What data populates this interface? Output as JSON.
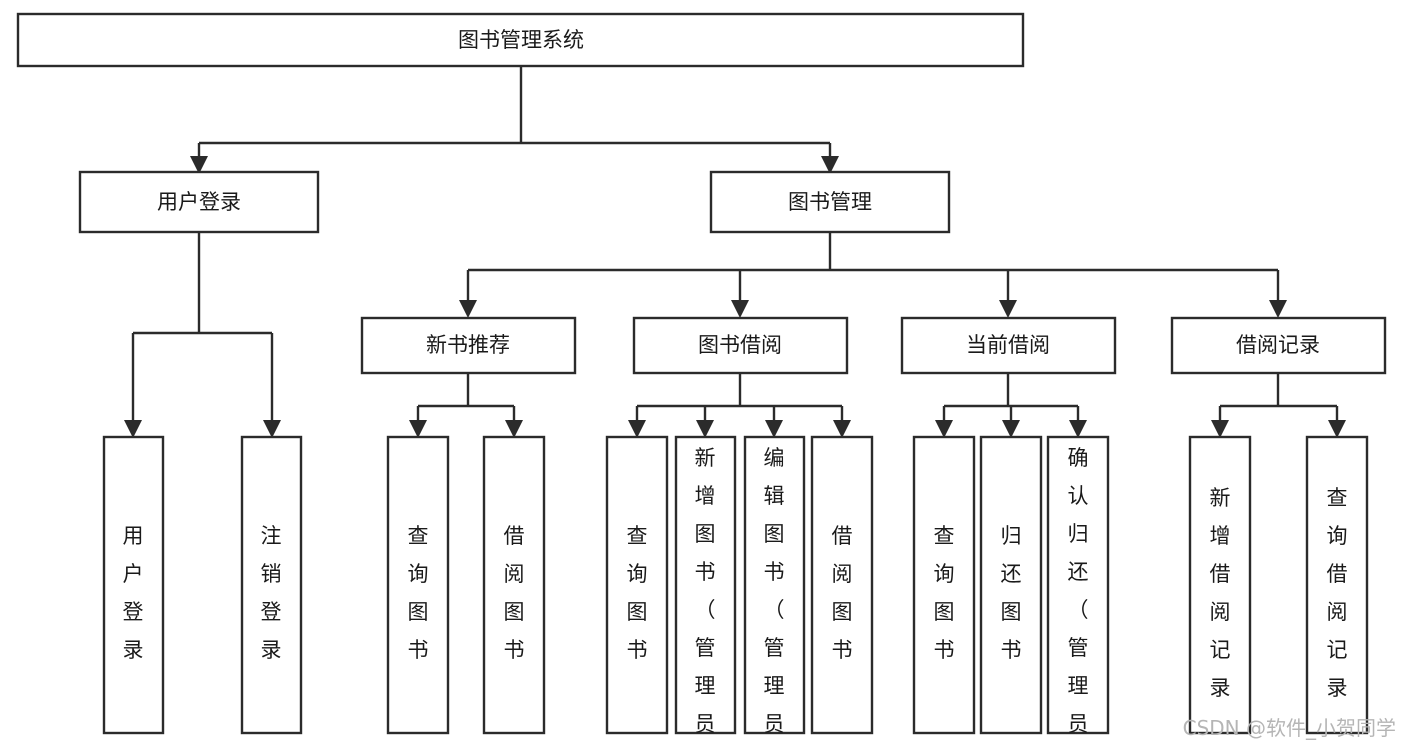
{
  "diagram": {
    "type": "tree",
    "orientation": "top-down",
    "title": "图书管理系统",
    "colors": {
      "stroke": "#2b2b2b",
      "fill": "#ffffff",
      "text": "#1a1a1a",
      "background": "#ffffff",
      "watermark": "#b5b5b5"
    },
    "levels": [
      {
        "level": 1,
        "nodes": [
          {
            "id": "root",
            "label": "图书管理系统",
            "orientation": "horizontal"
          }
        ]
      },
      {
        "level": 2,
        "nodes": [
          {
            "id": "login",
            "label": "用户登录",
            "orientation": "horizontal",
            "parent": "root"
          },
          {
            "id": "bookmgmt",
            "label": "图书管理",
            "orientation": "horizontal",
            "parent": "root"
          }
        ]
      },
      {
        "level": 3,
        "nodes": [
          {
            "id": "newbook",
            "label": "新书推荐",
            "orientation": "horizontal",
            "parent": "bookmgmt"
          },
          {
            "id": "borrow",
            "label": "图书借阅",
            "orientation": "horizontal",
            "parent": "bookmgmt"
          },
          {
            "id": "current",
            "label": "当前借阅",
            "orientation": "horizontal",
            "parent": "bookmgmt"
          },
          {
            "id": "records",
            "label": "借阅记录",
            "orientation": "horizontal",
            "parent": "bookmgmt"
          }
        ]
      },
      {
        "level": 4,
        "nodes": [
          {
            "id": "leaf-user-login",
            "label": "用户登录",
            "orientation": "vertical",
            "parent": "login"
          },
          {
            "id": "leaf-user-logout",
            "label": "注销登录",
            "orientation": "vertical",
            "parent": "login"
          },
          {
            "id": "leaf-query-book-1",
            "label": "查询图书",
            "orientation": "vertical",
            "parent": "newbook"
          },
          {
            "id": "leaf-borrow-book-1",
            "label": "借阅图书",
            "orientation": "vertical",
            "parent": "newbook"
          },
          {
            "id": "leaf-query-book-2",
            "label": "查询图书",
            "orientation": "vertical",
            "parent": "borrow"
          },
          {
            "id": "leaf-add-book",
            "label": "新增图书（管理员）",
            "orientation": "vertical",
            "parent": "borrow"
          },
          {
            "id": "leaf-edit-book",
            "label": "编辑图书（管理员）",
            "orientation": "vertical",
            "parent": "borrow"
          },
          {
            "id": "leaf-borrow-book-2",
            "label": "借阅图书",
            "orientation": "vertical",
            "parent": "borrow"
          },
          {
            "id": "leaf-query-book-3",
            "label": "查询图书",
            "orientation": "vertical",
            "parent": "current"
          },
          {
            "id": "leaf-return-book",
            "label": "归还图书",
            "orientation": "vertical",
            "parent": "current"
          },
          {
            "id": "leaf-confirm-return",
            "label": "确认归还（管理员）",
            "orientation": "vertical",
            "parent": "current"
          },
          {
            "id": "leaf-add-record",
            "label": "新增借阅记录",
            "orientation": "vertical",
            "parent": "records"
          },
          {
            "id": "leaf-query-record",
            "label": "查询借阅记录",
            "orientation": "vertical",
            "parent": "records"
          }
        ]
      }
    ]
  },
  "watermark": {
    "text": "CSDN @软件_小贺同学"
  }
}
